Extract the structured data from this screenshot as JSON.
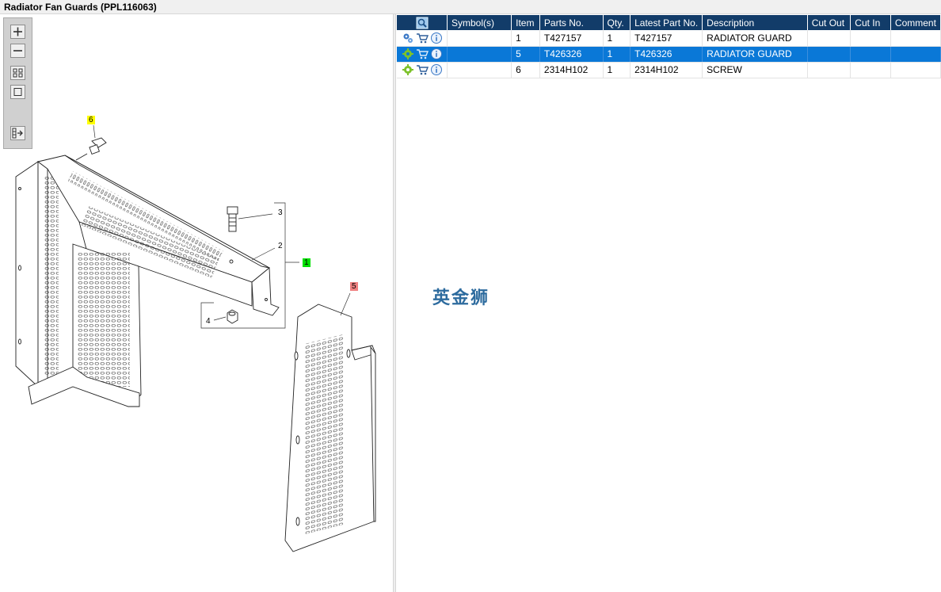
{
  "window": {
    "title": "Radiator Fan Guards (PPL116063)"
  },
  "toolbar": {
    "zoom_in_icon": "zoom-in-icon",
    "zoom_out_icon": "zoom-out-icon",
    "fit_icon": "fit-all-icon",
    "actual_size_icon": "actual-size-icon",
    "toggle_list_icon": "toggle-list-icon"
  },
  "callouts": {
    "c1": "1",
    "c2": "2",
    "c3": "3",
    "c4": "4",
    "c5": "5",
    "c6": "6"
  },
  "watermark": "英金狮",
  "table": {
    "headers": [
      "Symbol(s)",
      "Item",
      "Parts No.",
      "Qty.",
      "Latest Part No.",
      "Description",
      "Cut Out",
      "Cut In",
      "Comment"
    ],
    "rows": [
      {
        "item": "1",
        "parts_no": "T427157",
        "qty": "1",
        "latest": "T427157",
        "description": "RADIATOR GUARD",
        "cut_out": "",
        "cut_in": "",
        "comment": ""
      },
      {
        "item": "5",
        "parts_no": "T426326",
        "qty": "1",
        "latest": "T426326",
        "description": "RADIATOR GUARD",
        "cut_out": "",
        "cut_in": "",
        "comment": ""
      },
      {
        "item": "6",
        "parts_no": "2314H102",
        "qty": "1",
        "latest": "2314H102",
        "description": "SCREW",
        "cut_out": "",
        "cut_in": "",
        "comment": ""
      }
    ]
  },
  "colors": {
    "header_bg": "#123c69",
    "selected_row": "#0a78d7",
    "callout_yellow": "#ffff00",
    "callout_green": "#00e000",
    "callout_red": "#f08080"
  }
}
